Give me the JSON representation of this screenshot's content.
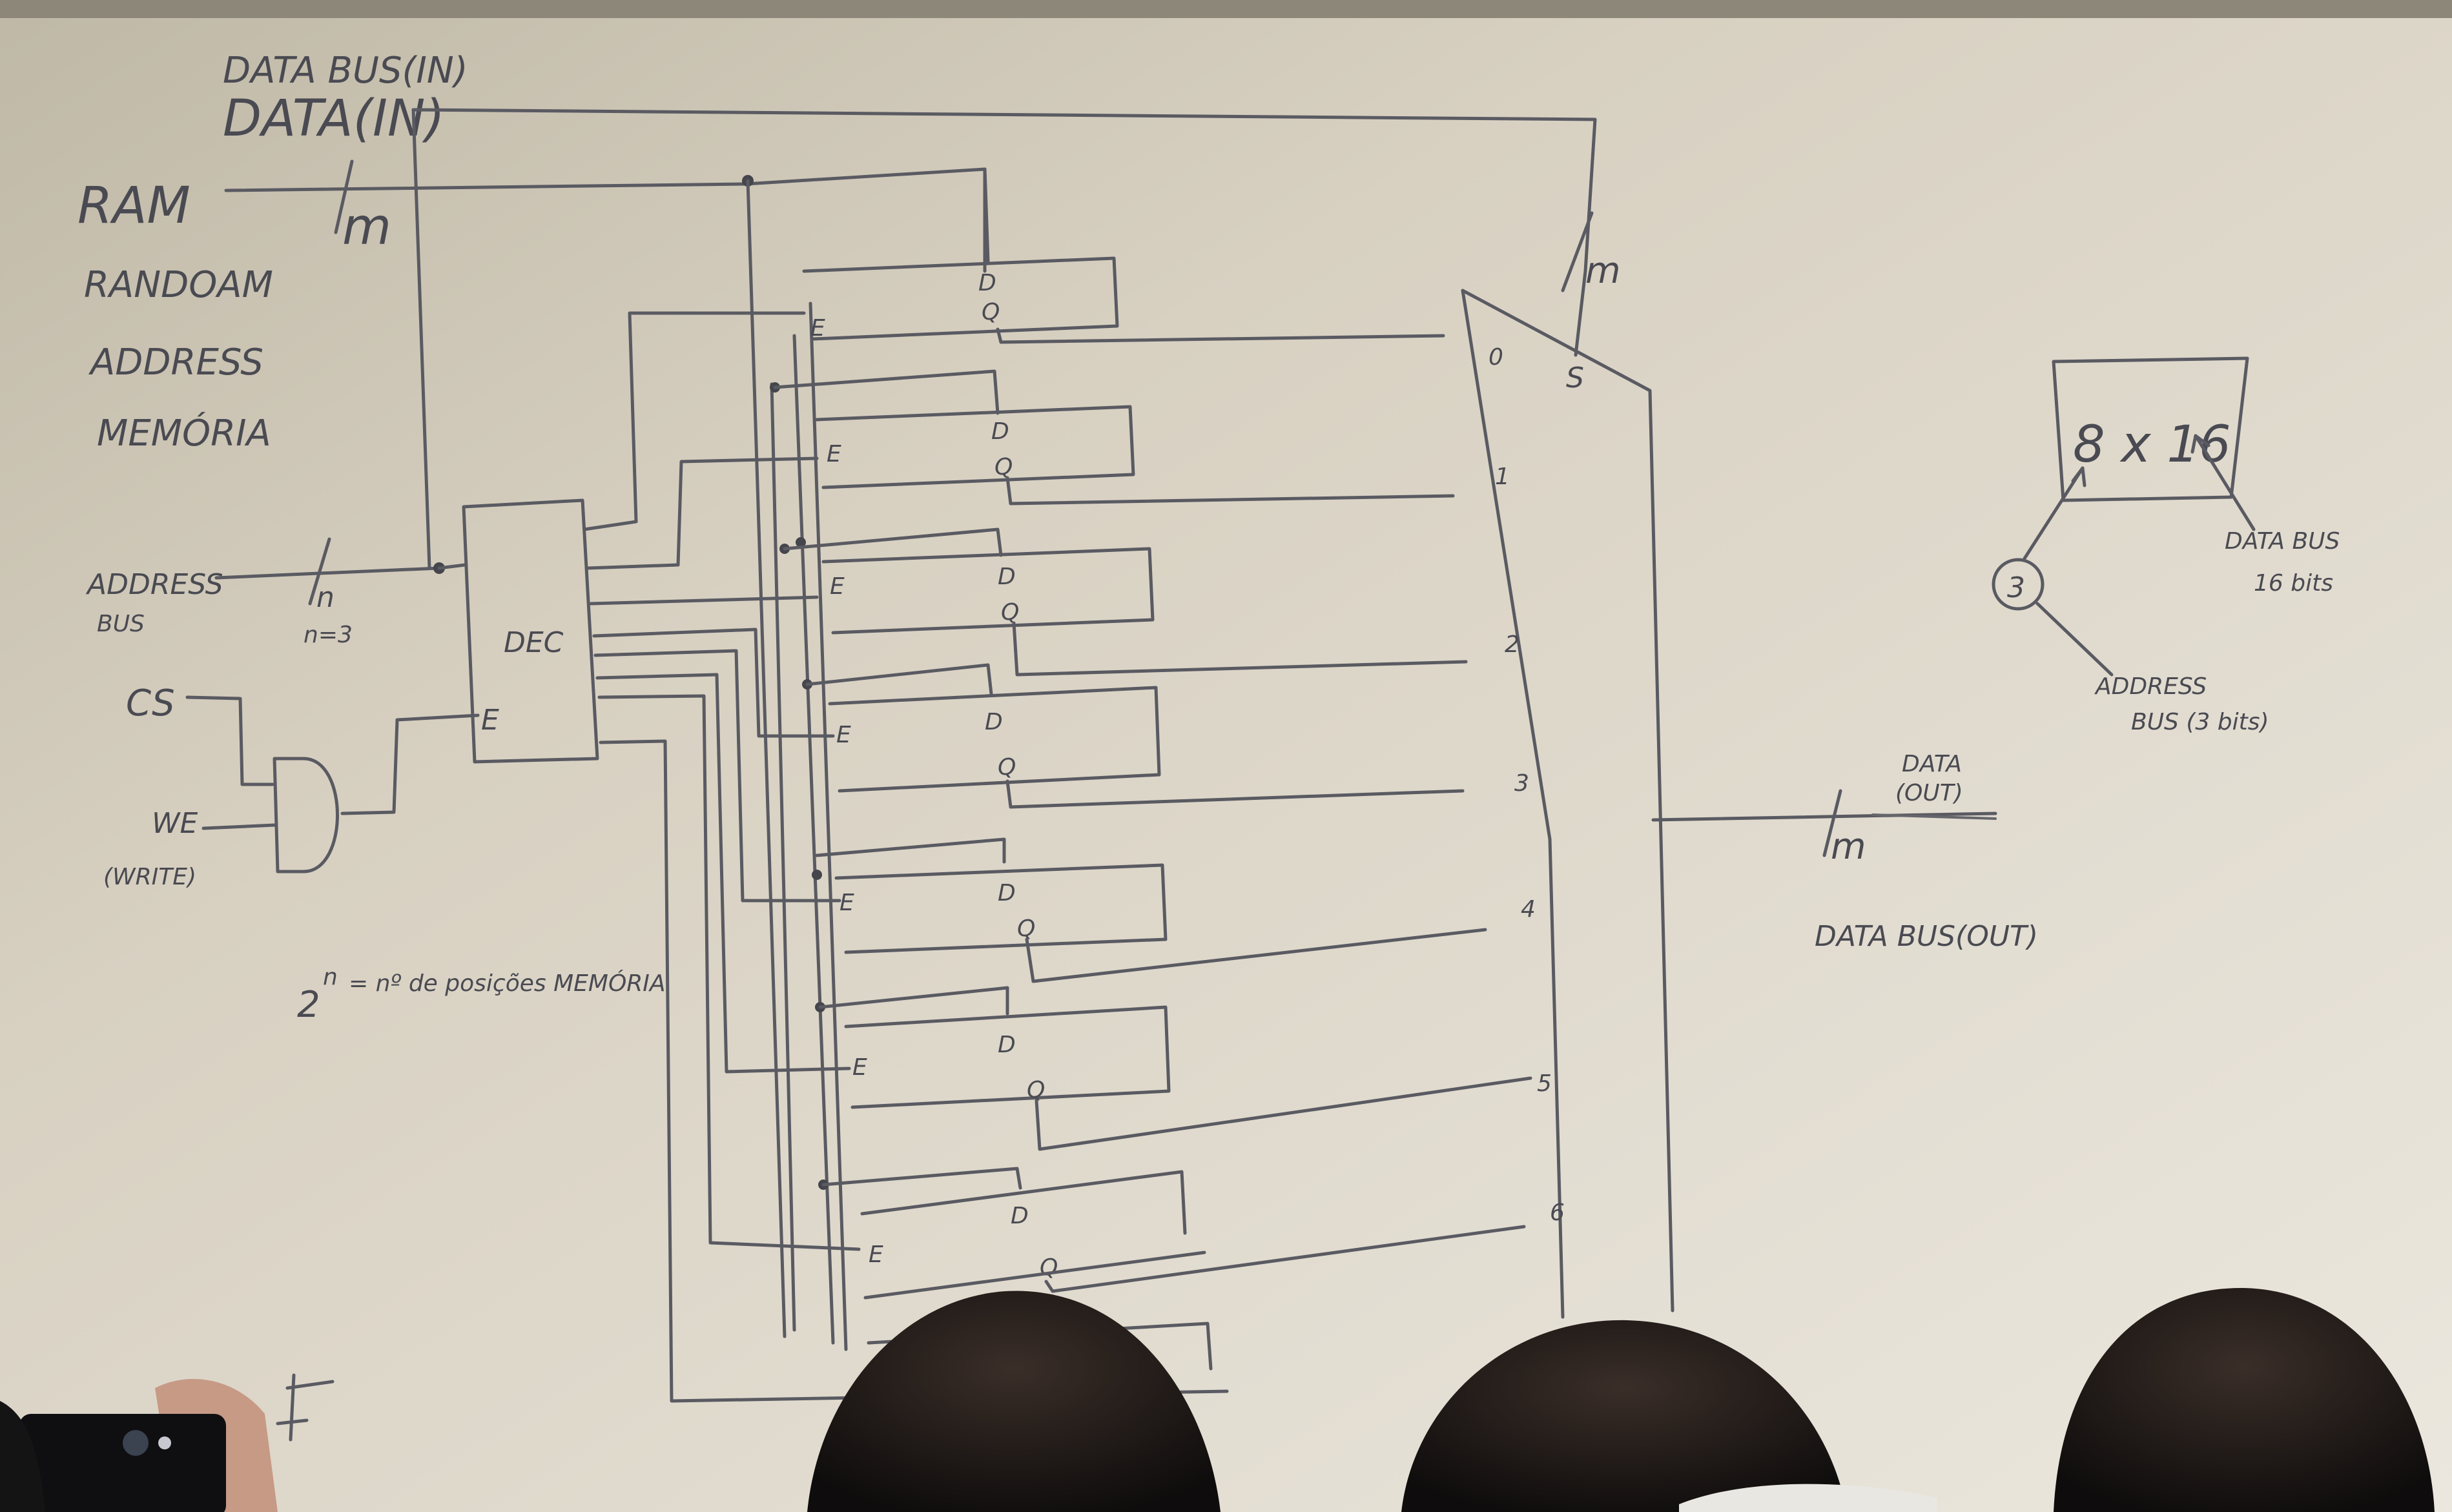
{
  "board": {
    "title_lines": [
      "DATA BUS(IN)",
      "DATA(IN)",
      "RAM",
      "RANDOAM",
      "ADDRESS",
      "MEMÓRIA"
    ],
    "data_width_mark": "m",
    "address_label": [
      "ADDRESS",
      "BUS"
    ],
    "address_width_mark": "n",
    "address_width_value": "n=3",
    "cs_label": "CS",
    "we_label": [
      "WE",
      "(WRITE)"
    ],
    "decoder_label": "DEC",
    "decoder_enable": "E",
    "formula_base": "2",
    "formula_exp": "n",
    "formula_text": "= nº de posições MEMÓRIA",
    "mux_width_mark": "m",
    "mux_select": "S",
    "mux_inputs": [
      "0",
      "1",
      "2",
      "3",
      "4",
      "5",
      "6"
    ],
    "register_pins": {
      "enable": "E",
      "data": "D",
      "output": "Q"
    },
    "data_out_short": [
      "DATA",
      "(OUT)"
    ],
    "data_out_mark": "m",
    "data_out_label": "DATA BUS(OUT)",
    "memory_box": "8 x 16",
    "addr_bits_circle": "3",
    "data_bus_note": [
      "DATA BUS",
      "16 bits"
    ],
    "address_bus_note": [
      "ADDRESS",
      "BUS (3 bits)"
    ]
  },
  "colors": {
    "board": "#e3ddd0",
    "board_top": "#c9c2b2",
    "ink": "#4a4a52",
    "hair": "#141414"
  }
}
